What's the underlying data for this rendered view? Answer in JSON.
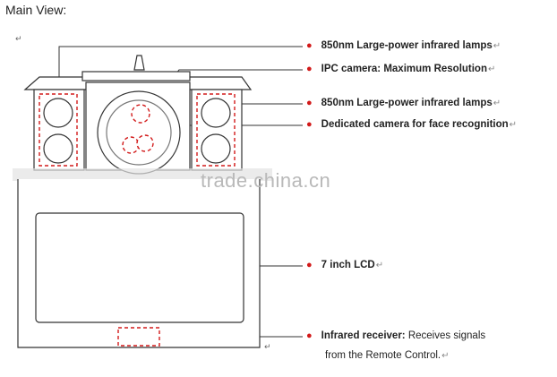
{
  "title": "Main View:",
  "watermark": "trade.china.cn",
  "return_mark": "↵",
  "colors": {
    "marker": "#d21a1a",
    "line": "#333333",
    "device_fill": "#ffffff",
    "shade": "#d8d8d8"
  },
  "callouts": [
    {
      "label": "850nm Large-power infrared lamps"
    },
    {
      "label": "IPC camera: Maximum Resolution"
    },
    {
      "label": "850nm Large-power infrared lamps"
    },
    {
      "label": "Dedicated camera for face recognition"
    },
    {
      "label": "7 inch LCD"
    },
    {
      "label": "Infrared receiver:",
      "detail_line1": "Receives signals",
      "detail_line2": "from the Remote Control."
    }
  ]
}
